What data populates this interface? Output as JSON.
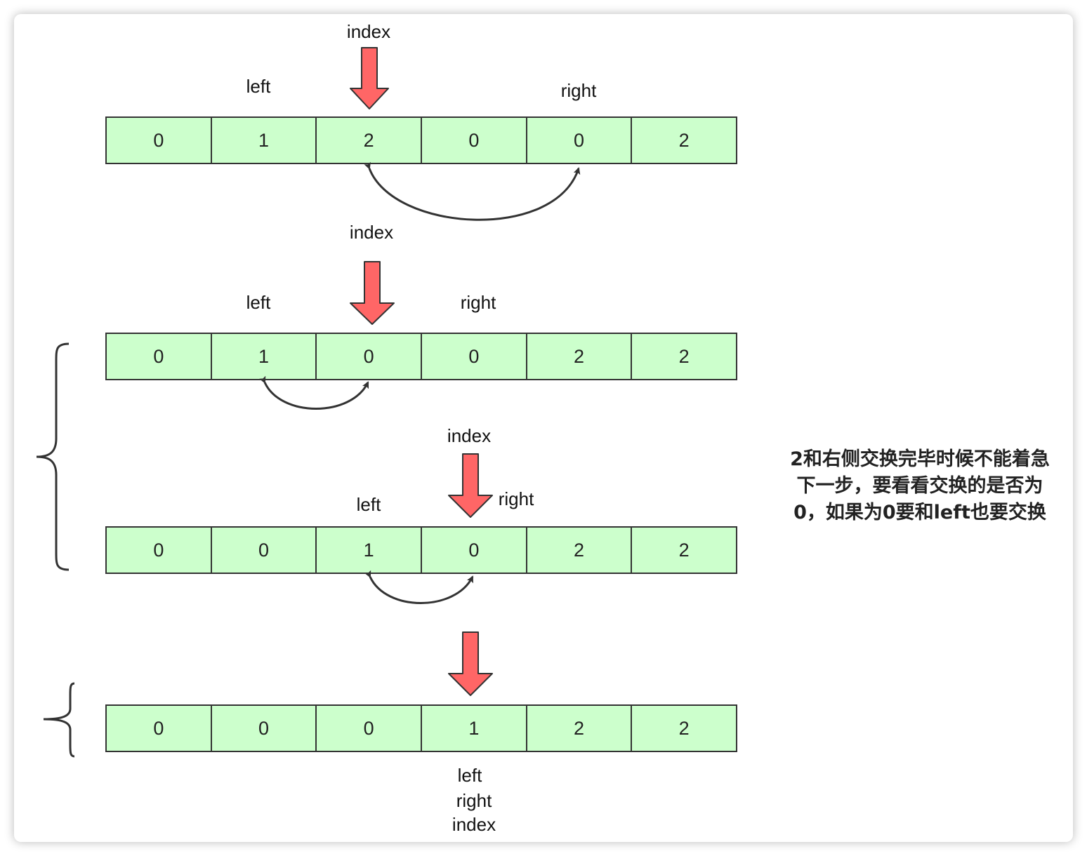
{
  "rows": [
    {
      "cells": [
        "0",
        "1",
        "2",
        "0",
        "0",
        "2"
      ]
    },
    {
      "cells": [
        "0",
        "1",
        "0",
        "0",
        "2",
        "2"
      ]
    },
    {
      "cells": [
        "0",
        "0",
        "1",
        "0",
        "2",
        "2"
      ]
    },
    {
      "cells": [
        "0",
        "0",
        "0",
        "1",
        "2",
        "2"
      ]
    }
  ],
  "labels": {
    "index": "index",
    "left": "left",
    "right": "right"
  },
  "note": {
    "line1": "2和右侧交换完毕时候不能着急",
    "line2": "下一步，要看看交换的是否为",
    "line3": "0，如果为0要和left也要交换"
  },
  "colors": {
    "cell_fill": "#ccffcc",
    "arrow_fill": "#ff6666",
    "arrow_stroke": "#333333"
  }
}
